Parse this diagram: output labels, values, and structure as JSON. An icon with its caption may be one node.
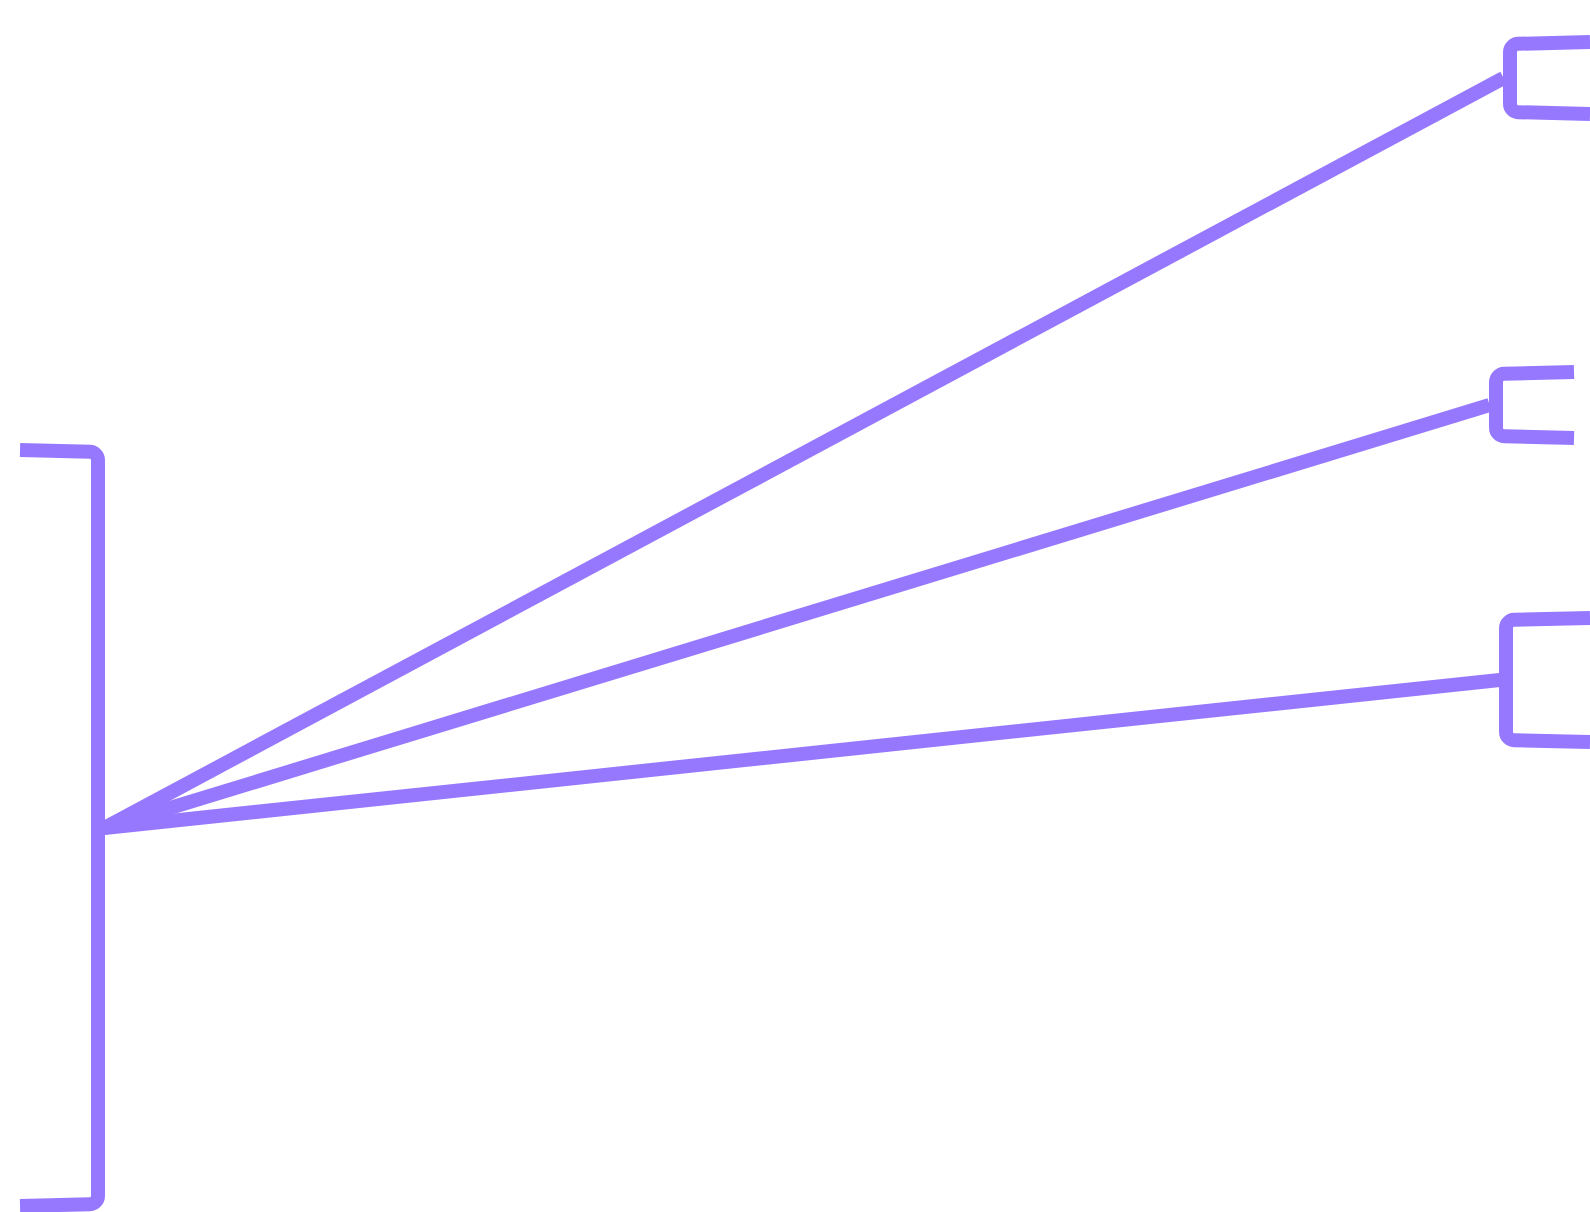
{
  "diagram": {
    "nodes": [
      {
        "text": [],
        "shape": "bracket"
      },
      {
        "text": [],
        "shape": "bracket"
      },
      {
        "text": [],
        "shape": "bracket"
      },
      {
        "text": [],
        "shape": "bracket"
      }
    ],
    "edges": [
      {
        "from": 0,
        "to": 1,
        "arrow": "none"
      },
      {
        "from": 0,
        "to": 2,
        "arrow": "none"
      },
      {
        "from": 0,
        "to": 3,
        "arrow": "none"
      }
    ]
  }
}
